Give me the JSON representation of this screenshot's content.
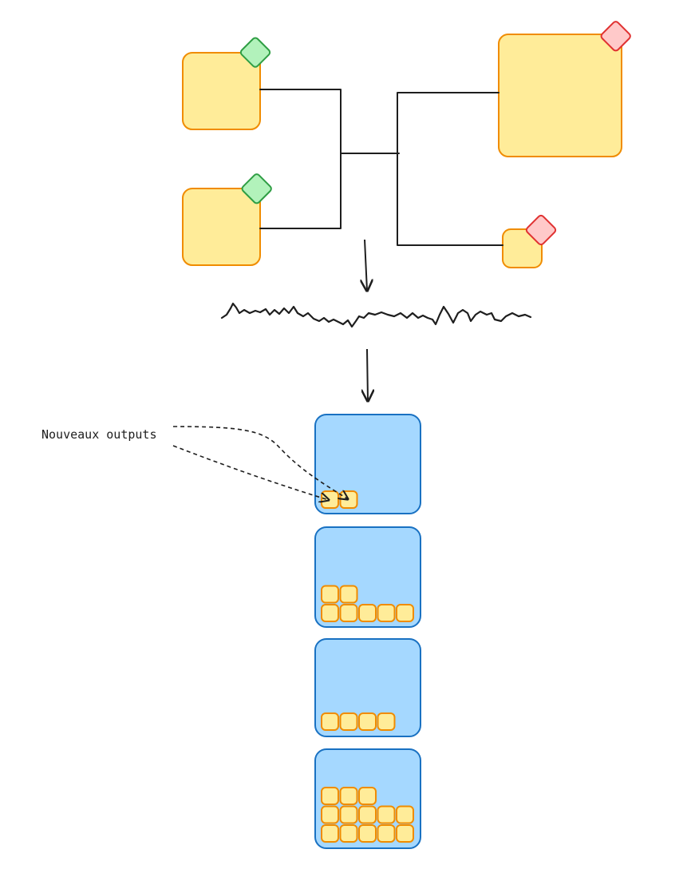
{
  "annotation": {
    "label": "Nouveaux outputs"
  },
  "colors": {
    "input_fill": "#ffec99",
    "input_stroke": "#f08c00",
    "valid_badge_fill": "#b2f2bb",
    "valid_badge_stroke": "#2f9e44",
    "invalid_badge_fill": "#ffc9c9",
    "invalid_badge_stroke": "#e03131",
    "block_fill": "#a5d8ff",
    "block_stroke": "#1971c2",
    "output_fill": "#ffec99",
    "output_stroke": "#f08c00",
    "line": "#1e1e1e"
  },
  "inputs": [
    {
      "id": "input-1",
      "badge": "valid"
    },
    {
      "id": "input-2",
      "badge": "valid"
    }
  ],
  "outputs": [
    {
      "id": "output-1",
      "badge": "invalid"
    },
    {
      "id": "output-2",
      "badge": "invalid"
    }
  ],
  "blocks": [
    {
      "id": "block-1",
      "rows": [
        2
      ]
    },
    {
      "id": "block-2",
      "rows": [
        5,
        2
      ]
    },
    {
      "id": "block-3",
      "rows": [
        4
      ]
    },
    {
      "id": "block-4",
      "rows": [
        5,
        5,
        3
      ]
    }
  ]
}
